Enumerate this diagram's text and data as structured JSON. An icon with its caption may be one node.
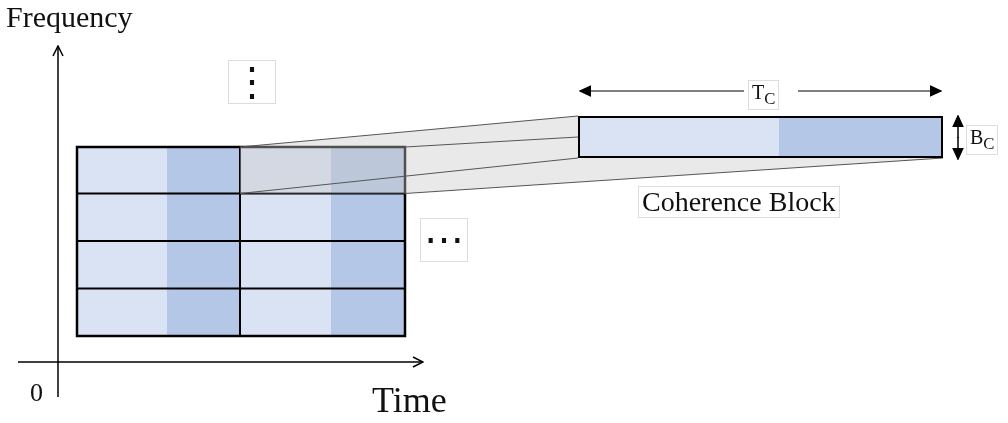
{
  "diagram": {
    "nodes": [
      {
        "text": [
          "Coherence Block"
        ]
      }
    ],
    "labels": [
      "Frequency",
      "⋮",
      "T$_{C}$",
      "B$_{C}$",
      "⋯",
      "0",
      "Time"
    ]
  }
}
